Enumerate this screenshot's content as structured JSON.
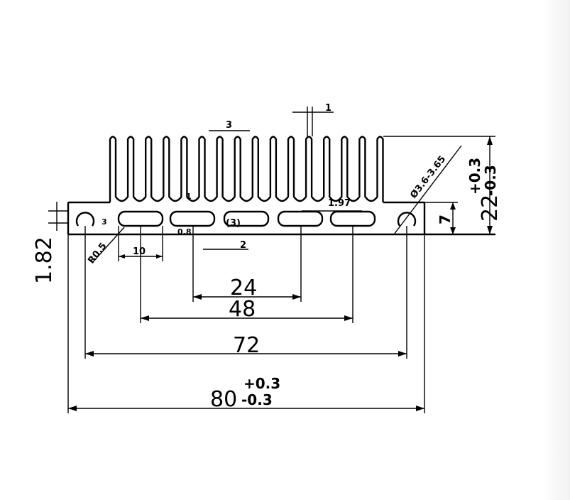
{
  "dimensions": {
    "overall_width": "80",
    "overall_width_tol_plus": "+0.3",
    "overall_width_tol_minus": "-0.3",
    "hole_pitch": "72",
    "slot_span_48": "48",
    "slot_span_24": "24",
    "slot_width_10": "10",
    "height_22": "22",
    "height_tol_plus": "+0.3",
    "height_tol_minus": "-0.3",
    "base_height_7": "7",
    "fin_pitch_3": "3",
    "fin_tip_1": "1",
    "wall_1_97": "1.97",
    "dim_1_82": "1.82",
    "dim_r05": "R0.5",
    "dim_hole": "Ø3.6-3.65",
    "dim_2": "2",
    "dim_3_paren": "(3)",
    "dim_3_small": "3",
    "dim_0_8": "0.8",
    "dim_1_small": "1"
  },
  "colors": {
    "line": "#000000",
    "background": "#ffffff"
  }
}
